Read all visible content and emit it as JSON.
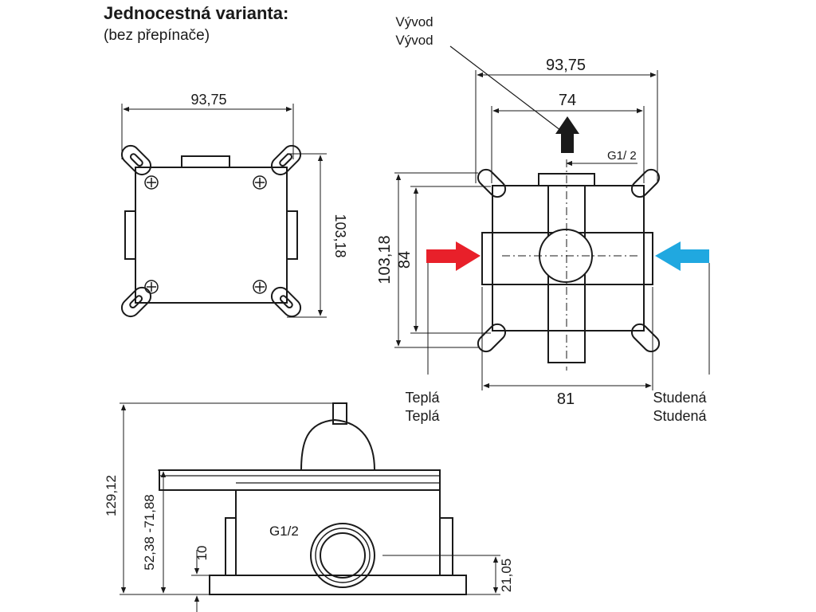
{
  "title": "Jednocestná varianta:",
  "subtitle": "(bez přepínače)",
  "labels": {
    "outlet_1": "Vývod",
    "outlet_2": "Vývod",
    "warm_1": "Teplá",
    "warm_2": "Teplá",
    "cold_1": "Studená",
    "cold_2": "Studená",
    "thread_top": "G1/ 2",
    "thread_side": "G1/2"
  },
  "dimensions": {
    "top_view_width": "93,75",
    "top_view_height": "103,18",
    "front_outer_width": "93,75",
    "front_inner_width": "74",
    "front_outer_height": "103,18",
    "front_inner_height": "84",
    "front_bottom_width": "81",
    "side_total_height": "129,12",
    "side_range": "52,38 -71,88",
    "side_base": "10",
    "side_thread_height": "21,05"
  },
  "colors": {
    "line": "#1a1a1a",
    "warm_arrow": "#e8202a",
    "cold_arrow": "#20a8e0",
    "outlet_arrow": "#1a1a1a"
  }
}
